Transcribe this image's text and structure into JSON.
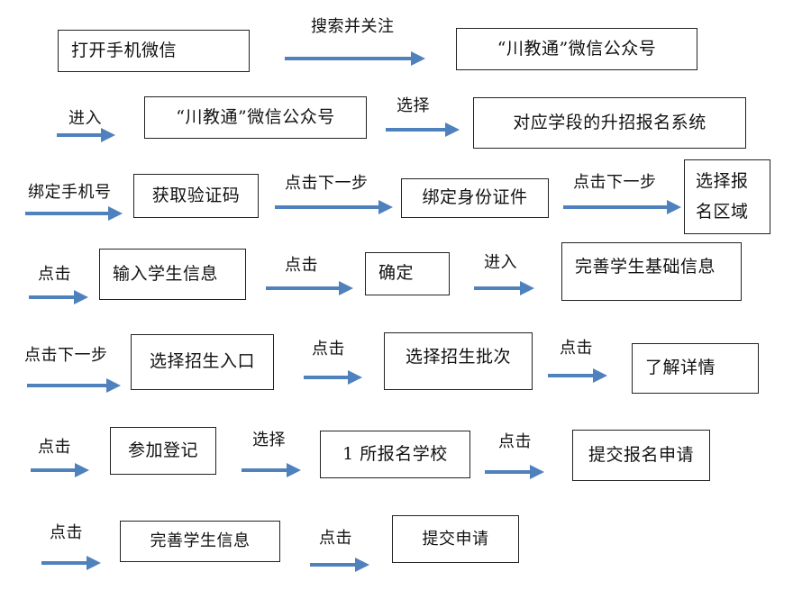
{
  "steps": [
    {
      "box": "打开手机微信",
      "edge": "搜索并关注"
    },
    {
      "box": "“川教通”微信公众号",
      "edge": "进入"
    },
    {
      "box": "“川教通”微信公众号",
      "edge": "选择"
    },
    {
      "box": "对应学段的升招报名系统",
      "edge": "绑定手机号"
    },
    {
      "box": "获取验证码",
      "edge": "点击下一步"
    },
    {
      "box": "绑定身份证件",
      "edge": "点击下一步"
    },
    {
      "box": "选择报名区域",
      "edge": "点击"
    },
    {
      "box": "输入学生信息",
      "edge": "点击"
    },
    {
      "box": "确定",
      "edge": "进入"
    },
    {
      "box": "完善学生基础信息",
      "edge": "点击下一步"
    },
    {
      "box": "选择招生入口",
      "edge": "点击"
    },
    {
      "box": "选择招生批次",
      "edge": "点击"
    },
    {
      "box": "了解详情",
      "edge": "点击"
    },
    {
      "box": "参加登记",
      "edge": "选择"
    },
    {
      "box": "1 所报名学校",
      "edge": "点击"
    },
    {
      "box": "提交报名申请",
      "edge": "点击"
    },
    {
      "box": "完善学生信息",
      "edge": "点击"
    },
    {
      "box": "提交申请",
      "edge": ""
    }
  ],
  "colors": {
    "arrow": "#4f81bd",
    "arrow_outline": "#385d8a",
    "box_border": "#222222"
  }
}
